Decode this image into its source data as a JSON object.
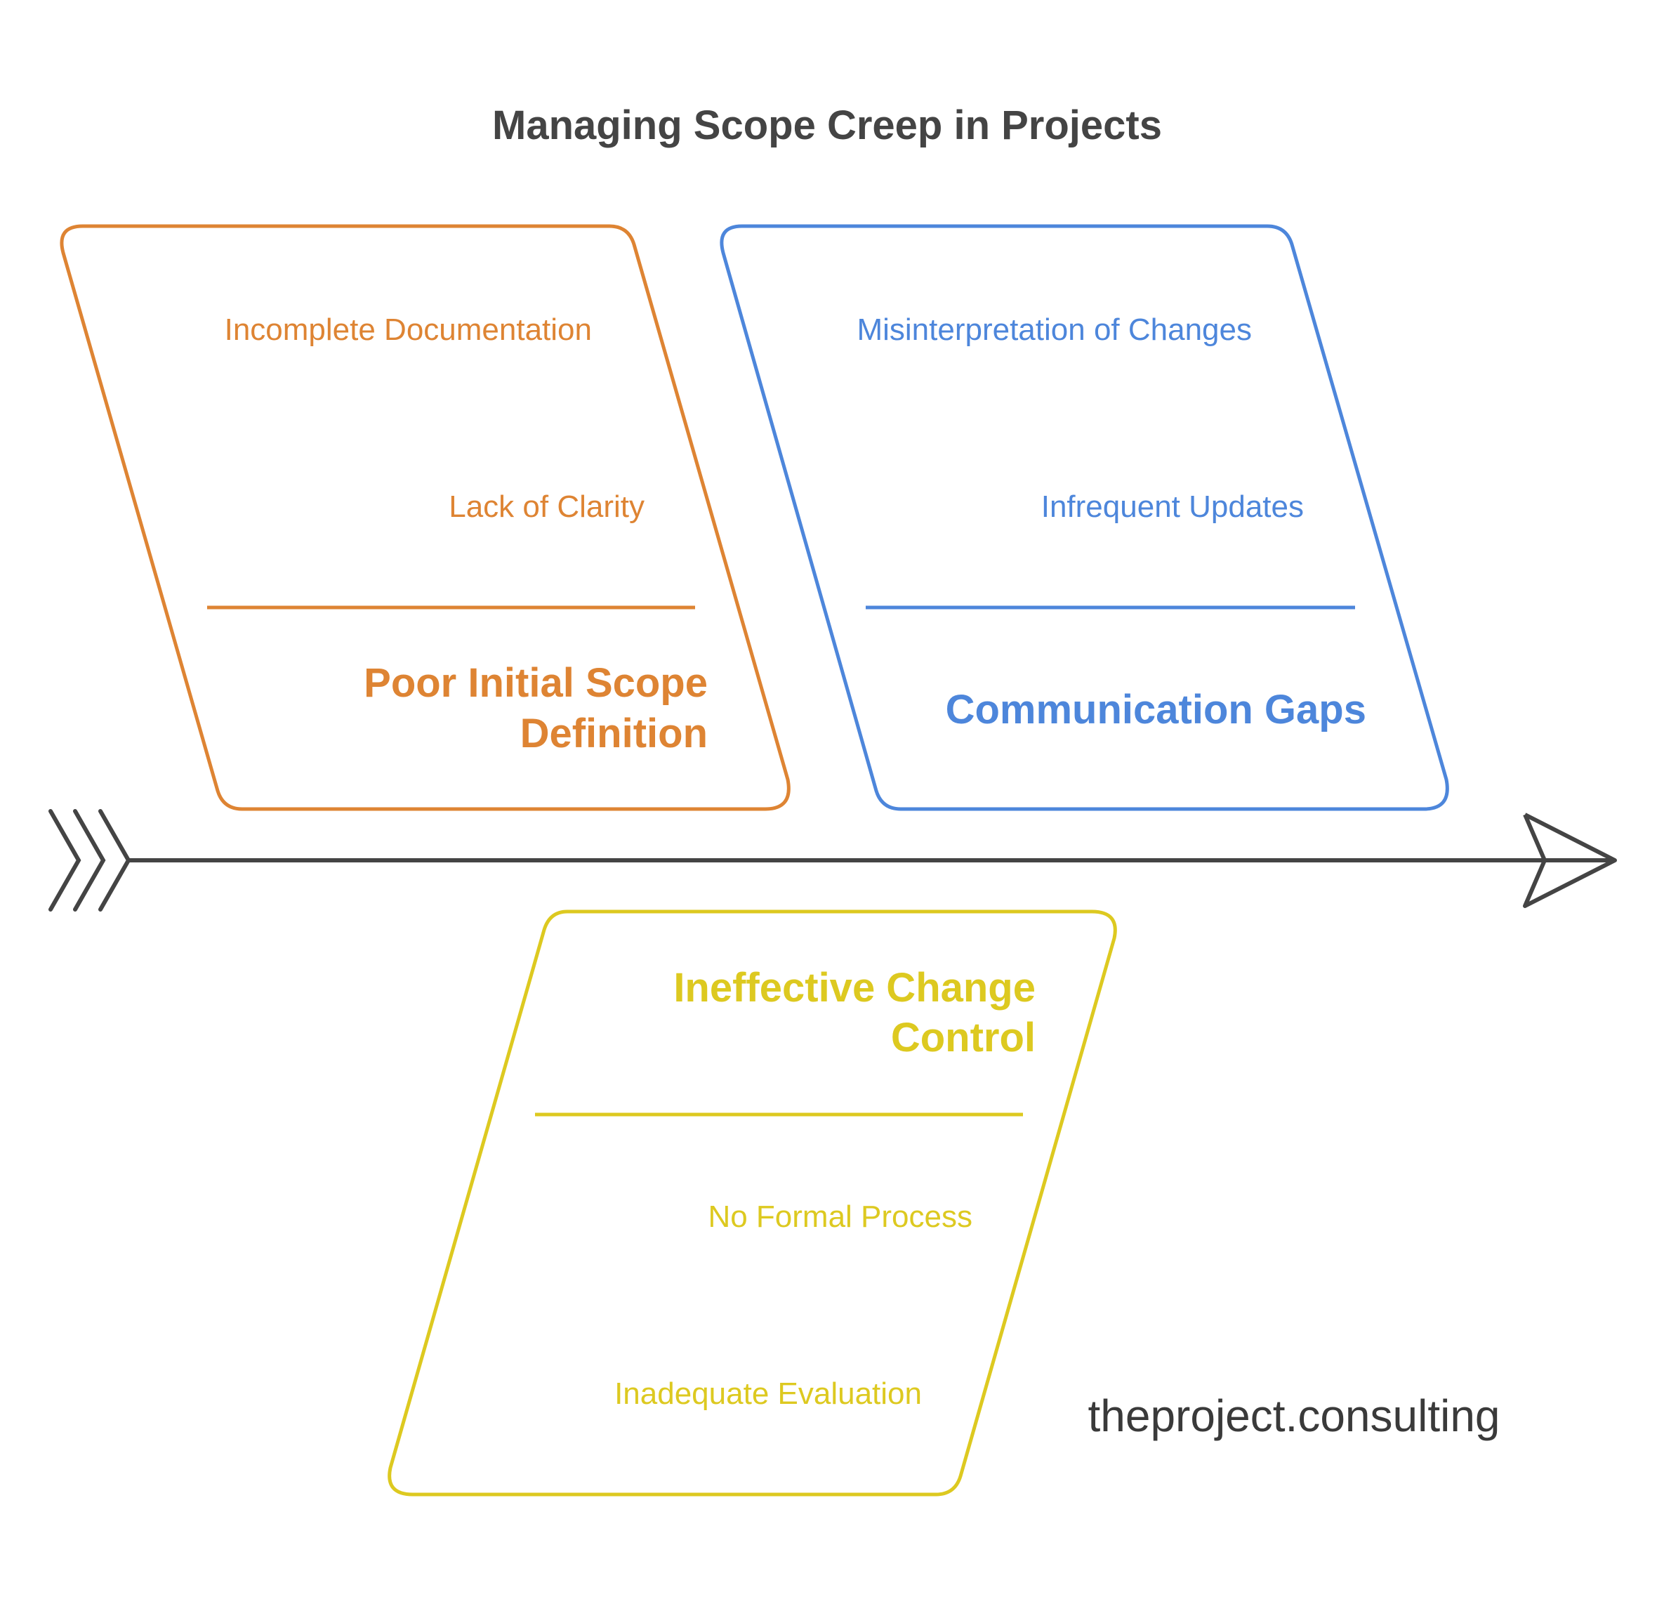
{
  "title": "Managing Scope Creep in Projects",
  "colors": {
    "orange": "#DE8433",
    "blue": "#4D86DB",
    "yellow": "#DDC920",
    "arrow": "#444444",
    "title": "#444444"
  },
  "categories": {
    "poor_scope": {
      "title_lines": [
        "Poor Initial Scope",
        "Definition"
      ],
      "causes": [
        "Incomplete Documentation",
        "Lack of Clarity"
      ]
    },
    "communication": {
      "title_lines": [
        "Communication Gaps"
      ],
      "causes": [
        "Misinterpretation of Changes",
        "Infrequent Updates"
      ]
    },
    "change_control": {
      "title_lines": [
        "Ineffective Change",
        "Control"
      ],
      "causes": [
        "No Formal Process",
        "Inadequate Evaluation"
      ]
    }
  },
  "watermark": "theproject.consulting"
}
